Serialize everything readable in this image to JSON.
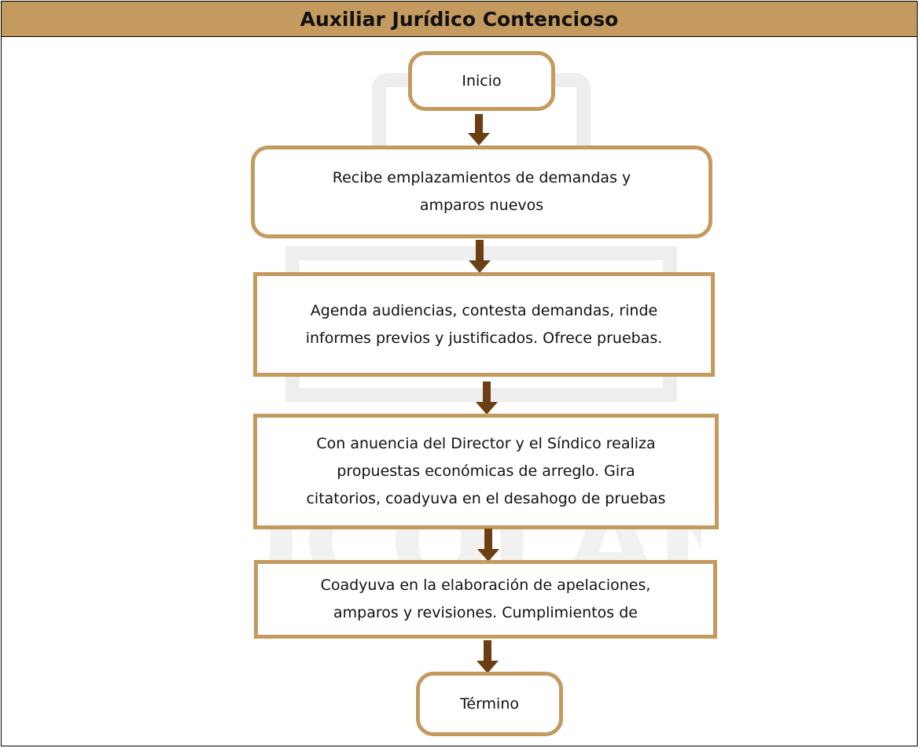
{
  "header": {
    "title": "Auxiliar Jurídico Contencioso"
  },
  "colors": {
    "header_bg": "#c49a5e",
    "box_border": "#c49a5e",
    "arrow": "#6b3f12"
  },
  "flow": {
    "start": "Inicio",
    "step1": "Recibe emplazamientos de demandas y\namparos nuevos",
    "step2": "Agenda audiencias, contesta demandas, rinde\ninformes previos y justificados. Ofrece pruebas.",
    "step3": "Con anuencia del Director y el Síndico realiza\npropuestas económicas de arreglo. Gira\ncitatorios, coadyuva en el desahogo de pruebas",
    "step4": "Coadyuva en la elaboración de apelaciones,\namparos y revisiones. Cumplimientos de",
    "end": "Término"
  }
}
